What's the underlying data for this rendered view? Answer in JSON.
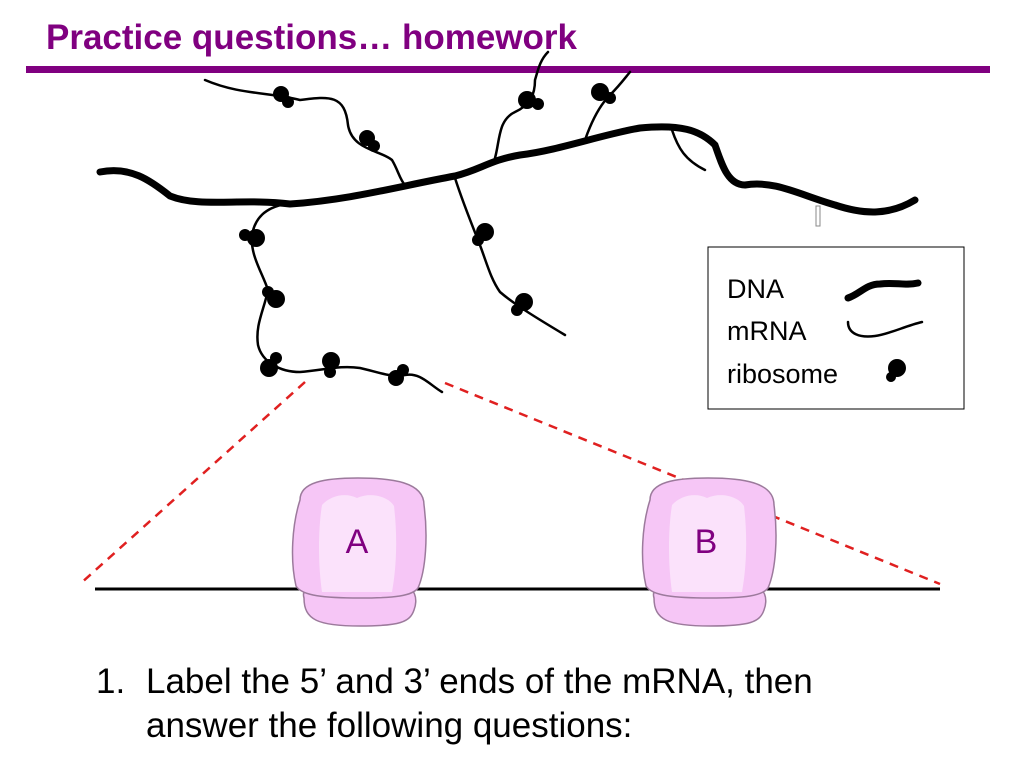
{
  "slide": {
    "title": "Practice questions… homework"
  },
  "legend": {
    "items": [
      {
        "label": "DNA",
        "icon": "dna-strand-icon"
      },
      {
        "label": "mRNA",
        "icon": "mrna-strand-icon"
      },
      {
        "label": "ribosome",
        "icon": "ribosome-icon"
      }
    ]
  },
  "zoom": {
    "ribosomes": [
      {
        "label": "A"
      },
      {
        "label": "B"
      }
    ]
  },
  "question": {
    "number": "1.",
    "line1": "Label the 5’ and 3’ ends of the mRNA, then",
    "line2": "answer the following questions:"
  },
  "colors": {
    "title": "#800080",
    "ribosome_fill": "#f6c6f6",
    "ribosome_outline": "#9c7a9c",
    "ribosome_label": "#800080",
    "zoom_lines": "#e02020",
    "strands": "#000000"
  }
}
